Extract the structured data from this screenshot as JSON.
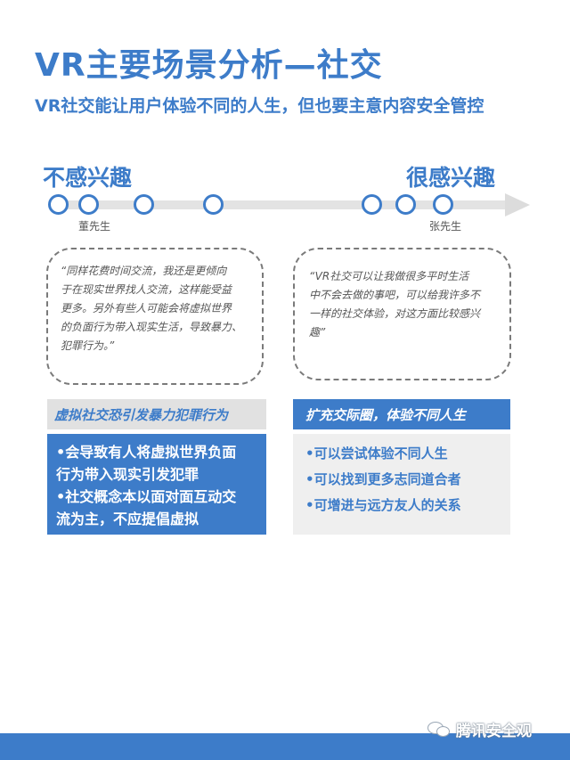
{
  "header": {
    "title": "VR主要场景分析—社交",
    "subtitle": "VR社交能让用户体验不同的人生，但也要主意内容安全管控"
  },
  "scale": {
    "left_label": "不感兴趣",
    "right_label": "很感兴趣",
    "left_person": "董先生",
    "right_person": "张先生"
  },
  "left_quote": {
    "lines": [
      "“同样花费时间交流，我还是更倾向",
      "于在现实世界找人交流，这样能受益",
      "更多。另外有些人可能会将虚拟世界",
      "的负面行为带入现实生活，导致暴力、",
      "犯罪行为。”"
    ]
  },
  "right_quote": {
    "lines": [
      "“VR社交可以让我做很多平时生活",
      "中不会去做的事吧，可以给我许多不",
      "一样的社交体验，对这方面比较感兴",
      "趣”"
    ]
  },
  "left_summary": {
    "heading": "虚拟社交恐引发暴力犯罪行为",
    "points": [
      "•会导致有人将虚拟世界负面",
      "行为带入现实引发犯罪",
      "•社交概念本以面对面互动交",
      "流为主，不应提倡虚拟"
    ]
  },
  "right_summary": {
    "heading": "扩充交际圈，体验不同人生",
    "points": [
      "•可以尝试体验不同人生",
      "•可以找到更多志同道合者",
      "•可增进与远方友人的关系"
    ]
  },
  "footer": {
    "watermark": "腾讯安全观"
  },
  "colors": {
    "accent": "#3d7cc9",
    "band_gray": "#e1e1e1",
    "panel_gray": "#efefef"
  }
}
